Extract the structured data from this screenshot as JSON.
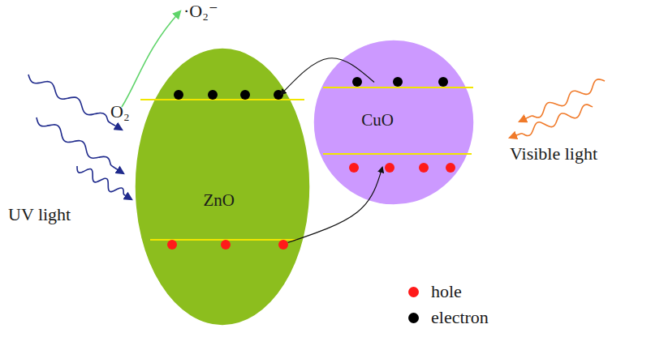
{
  "diagram": {
    "nodes": [
      {
        "text": [
          "ZnO"
        ]
      },
      {
        "text": [
          "CuO"
        ]
      }
    ],
    "edges": [
      {
        "from": 1,
        "to": 0,
        "arrow": "to"
      },
      {
        "from": 0,
        "to": 1,
        "arrow": "to"
      }
    ],
    "labels": [
      "·O₂⁻",
      "O₂",
      "UV light",
      "Visible light"
    ],
    "legend": [
      {
        "text": "hole",
        "color": "#ff1a1a"
      },
      {
        "text": "electron",
        "color": "#000000"
      }
    ]
  }
}
